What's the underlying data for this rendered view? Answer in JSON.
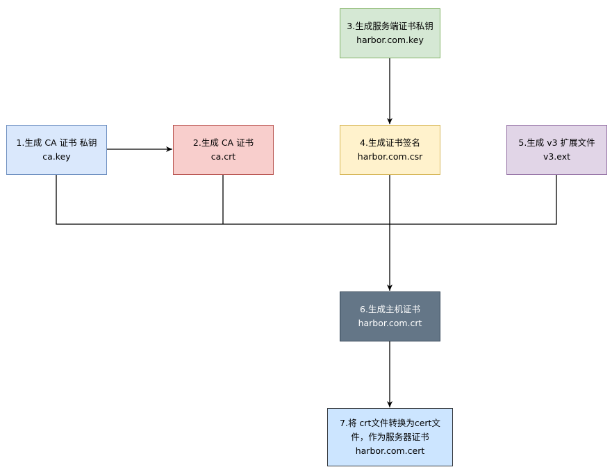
{
  "nodes": {
    "ca_key": {
      "lines": [
        "1.生成 CA 证书 私钥",
        "ca.key"
      ],
      "fill": "#dae8fc",
      "stroke": "#6c8ebf"
    },
    "ca_crt": {
      "lines": [
        "2.生成 CA 证书",
        "ca.crt"
      ],
      "fill": "#f8cecc",
      "stroke": "#b85450"
    },
    "server_key": {
      "lines": [
        "3.生成服务端证书私钥",
        "harbor.com.key"
      ],
      "fill": "#d5e8d4",
      "stroke": "#82b366"
    },
    "csr": {
      "lines": [
        "4.生成证书签名",
        "harbor.com.csr"
      ],
      "fill": "#fff2cc",
      "stroke": "#d6b656"
    },
    "v3_ext": {
      "lines": [
        "5.生成 v3 扩展文件",
        "v3.ext"
      ],
      "fill": "#e1d5e7",
      "stroke": "#9673a6"
    },
    "host_crt": {
      "lines": [
        "6.生成主机证书",
        "harbor.com.crt"
      ],
      "fill": "#647687",
      "stroke": "#314354"
    },
    "server_cert": {
      "lines": [
        "7.将 crt文件转换为cert文",
        "件，作为服务器证书",
        "harbor.com.cert"
      ],
      "fill": "#cce5ff",
      "stroke": "#36393d"
    }
  },
  "edges": [
    {
      "from": "ca_key",
      "to": "ca_crt",
      "arrow": true
    },
    {
      "from": "server_key",
      "to": "csr",
      "arrow": true
    },
    {
      "from": "ca_key",
      "to": "host_crt",
      "arrow": false
    },
    {
      "from": "ca_crt",
      "to": "host_crt",
      "arrow": false
    },
    {
      "from": "v3_ext",
      "to": "host_crt",
      "arrow": false
    },
    {
      "from": "csr",
      "to": "host_crt",
      "arrow": true
    },
    {
      "from": "host_crt",
      "to": "server_cert",
      "arrow": true
    }
  ],
  "edge_color": "#000000"
}
